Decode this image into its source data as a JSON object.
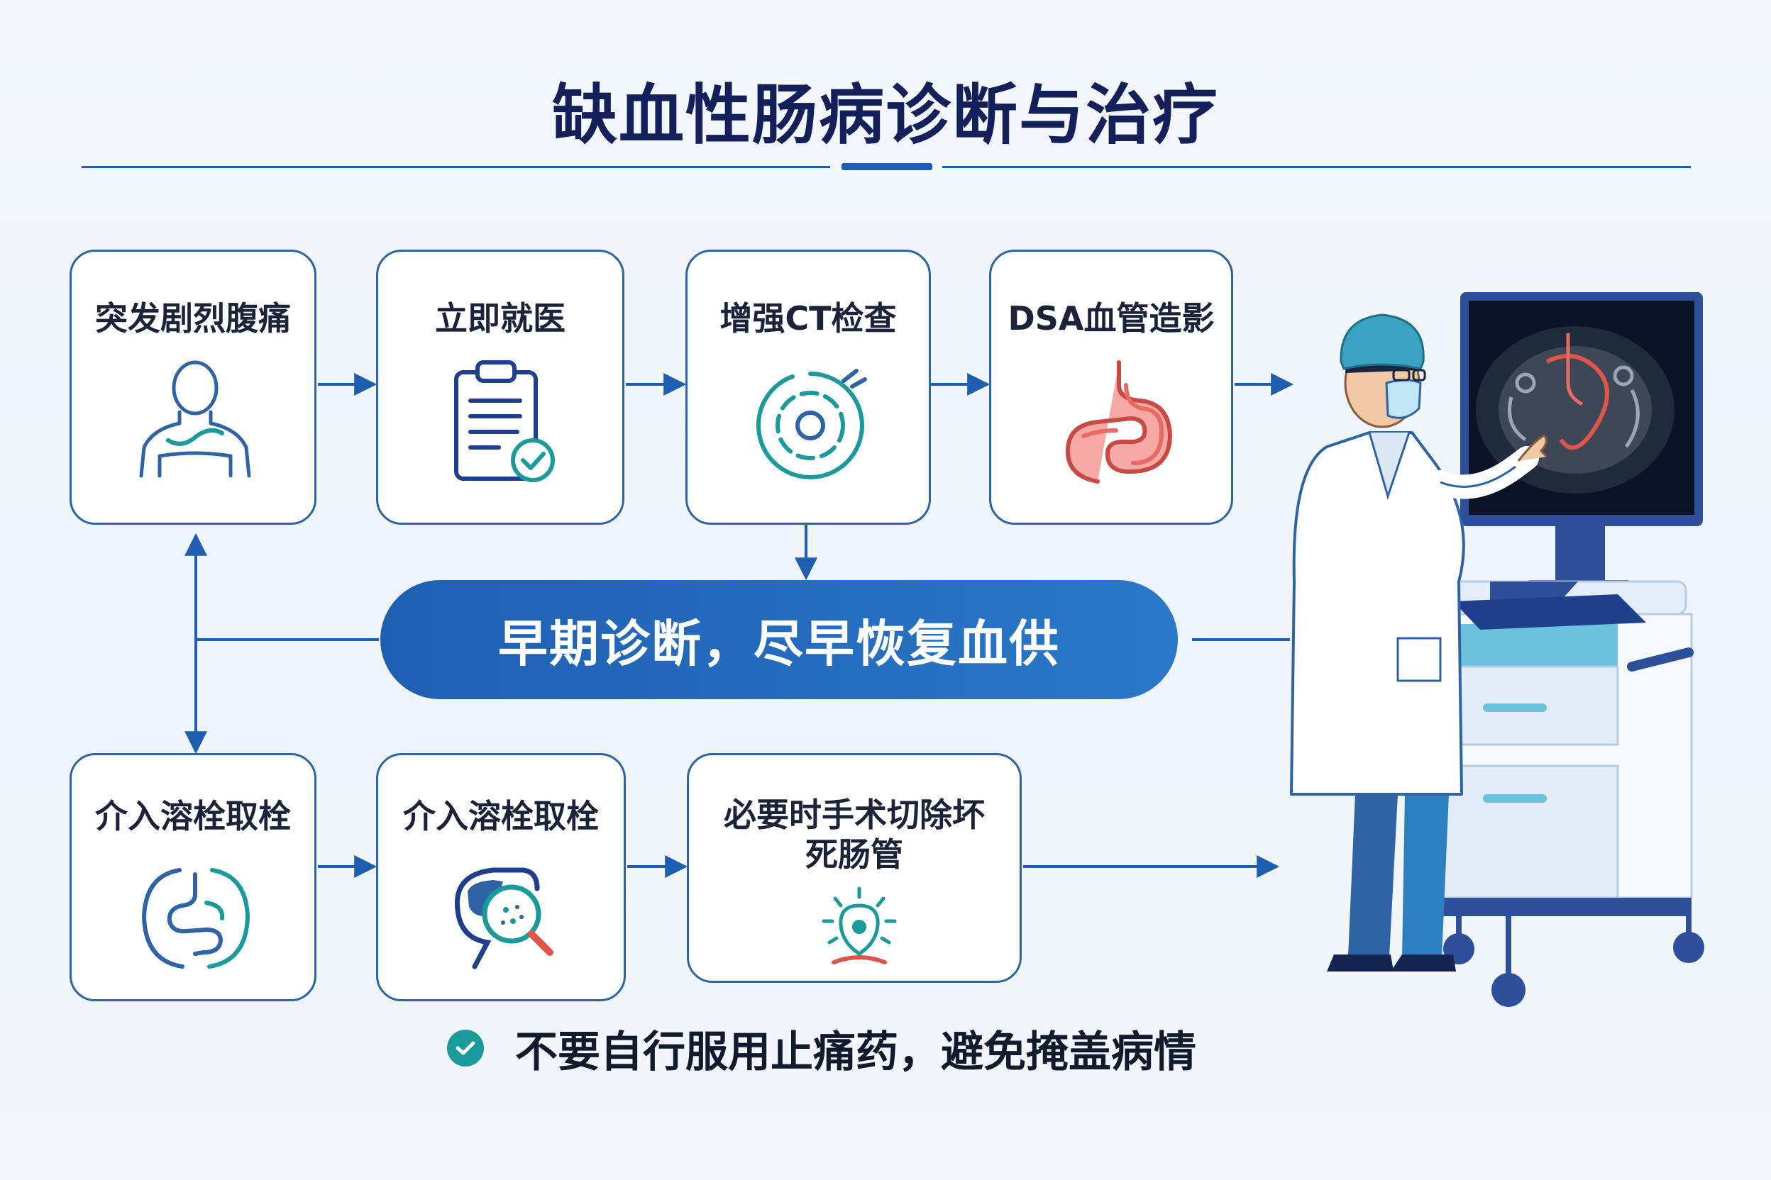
{
  "title": "缺血性肠病诊断与治疗",
  "steps": [
    {
      "label": "突发剧烈腹痛",
      "icon": "person-abdomen-icon"
    },
    {
      "label": "立即就医",
      "icon": "clipboard-check-icon"
    },
    {
      "label": "增强CT检查",
      "icon": "ct-scan-icon"
    },
    {
      "label": "DSA血管造影",
      "icon": "intestine-icon"
    }
  ],
  "center_message": "早期诊断，尽早恢复血供",
  "treatments": [
    {
      "label": "介入溶栓取栓",
      "icon": "intestine-outline-icon"
    },
    {
      "label": "介入溶栓取栓",
      "icon": "stomach-magnifier-icon"
    },
    {
      "label_line1": "必要时手术切除坏",
      "label_line2": "死肠管",
      "icon": "surgery-lamp-icon"
    }
  ],
  "note": "不要自行服用止痛药，避免掩盖病情",
  "colors": {
    "title": "#13205a",
    "border": "#2e64a6",
    "pill": "#1f5fb2",
    "teal": "#1a9a9a",
    "accent_red": "#e0554a"
  }
}
